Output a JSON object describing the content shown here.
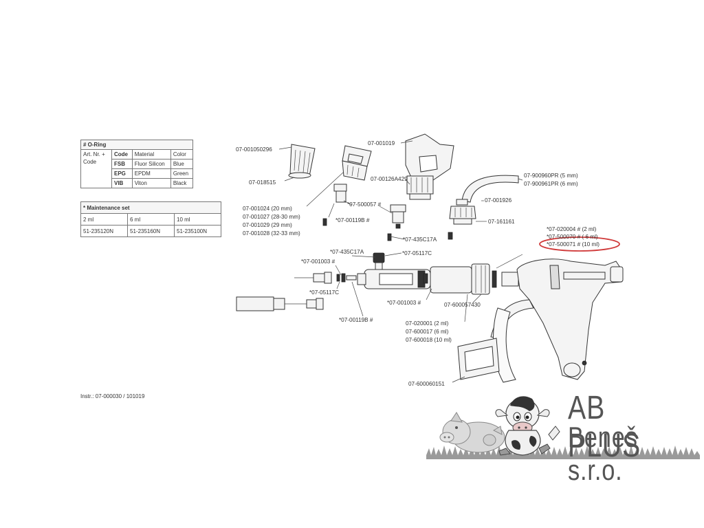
{
  "oring_table": {
    "title": "# O-Ring",
    "artnr_label": "Art. Nr. + Code",
    "headers": [
      "Code",
      "Material",
      "Color"
    ],
    "rows": [
      {
        "code": "FSB",
        "material": "Fluor Silicon",
        "color": "Blue"
      },
      {
        "code": "EPG",
        "material": "EPDM",
        "color": "Green"
      },
      {
        "code": "VIB",
        "material": "Viton",
        "color": "Black"
      }
    ]
  },
  "maintenance_table": {
    "title": "* Maintenance set",
    "sizes": [
      "2 ml",
      "6 ml",
      "10 ml"
    ],
    "codes": [
      "51-235120N",
      "51-235160N",
      "51-235100N"
    ]
  },
  "labels": {
    "p_001050296": "07-001050296",
    "p_018515": "07-018515",
    "p_001019": "07-001019",
    "p_00126A429": "07-00126A429",
    "p_900960PR": "07-900960PR (5 mm)",
    "p_900961PR": "07-900961PR (6 mm)",
    "p_001926": "07-001926",
    "p_001024": "07-001024 (20 mm)",
    "p_001027": "07-001027 (28-30 mm)",
    "p_001029": "07-001029 (29 mm)",
    "p_001028": "07-001028 (32-33 mm)",
    "p_500057": "*07-500057 #",
    "p_00119B_top": "*07-00119B #",
    "p_161161": "07-161161",
    "p_435C17A_right": "*07-435C17A",
    "p_05117C_right": "*07-05117C",
    "p_020004": "*07-020004 # (2 ml)",
    "p_500070": "*07-500070 # ( 6 ml)",
    "p_500071": "*07-500071 # (10 ml)",
    "p_435C17A_left": "*07-435C17A",
    "p_001003_left": "*07-001003 #",
    "p_05117C_left": "*07-05117C",
    "p_00119B_bottom": "*07-00119B #",
    "p_001003_mid": "*07-001003 #",
    "p_600057430": "07-600057430",
    "p_020001": "07-020001 (2 ml)",
    "p_600017": "07-600017 (6 ml)",
    "p_600018": "07-600018 (10 ml)",
    "p_600060151": "07-600060151"
  },
  "instr": "Instr.: 07-000030 / 101019",
  "logo": {
    "line1": "AB PLUS",
    "line2": "Beneš s.r.o."
  },
  "colors": {
    "highlight": "#d03a3a",
    "logo_text": "#555555",
    "line": "#333333"
  }
}
